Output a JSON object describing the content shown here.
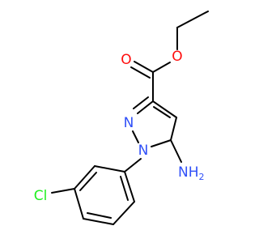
{
  "molecule": {
    "atoms": {
      "carbonyl_oxygen": "O",
      "ester_oxygen": "O",
      "ring_nitrogen_2": "N",
      "ring_nitrogen_1": "N",
      "amino": {
        "symbol": "NH",
        "subscript": "2"
      },
      "chlorine": "Cl"
    },
    "colors": {
      "bond": "#000000",
      "oxygen": "#ff0d0d",
      "nitrogen": "#3050f8",
      "chlorine": "#1ff01f"
    }
  }
}
